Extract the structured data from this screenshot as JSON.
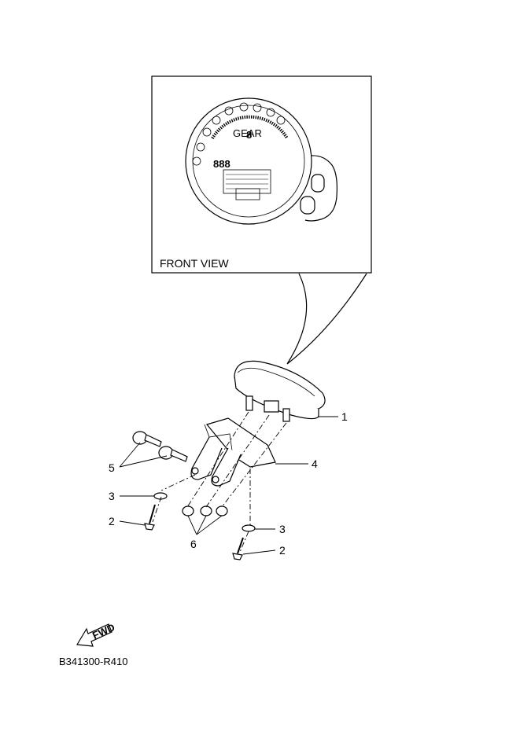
{
  "front_view_label": "FRONT VIEW",
  "diagram_code": "B341300-R410",
  "fwd_label": "FWD",
  "gear_label": "GEAR",
  "gear_digit": "8",
  "display_digits": "888",
  "callouts": {
    "c1": "1",
    "c2a": "2",
    "c2b": "2",
    "c3a": "3",
    "c3b": "3",
    "c4": "4",
    "c5": "5",
    "c6": "6"
  }
}
